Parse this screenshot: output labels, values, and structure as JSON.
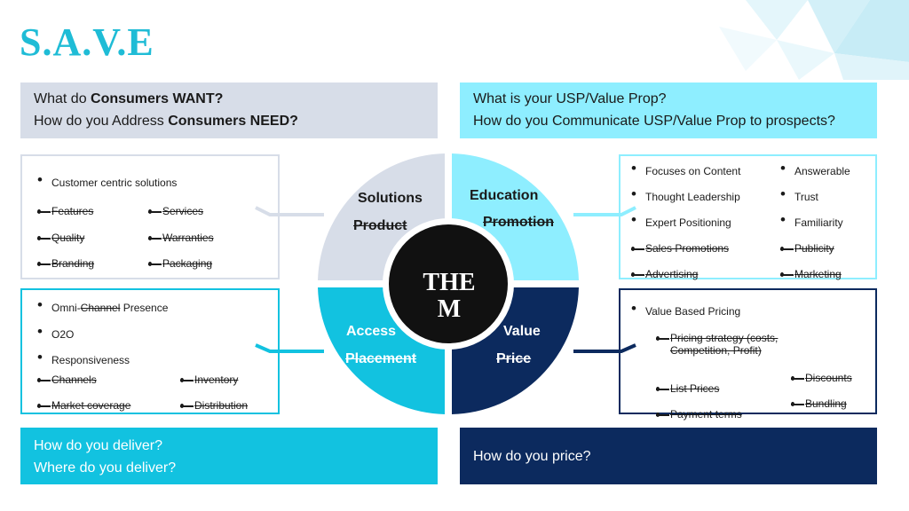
{
  "title": "S.A.V.E",
  "questions": {
    "top_left": {
      "line1_pre": "What do ",
      "line1_bold": "Consumers WANT?",
      "line2_pre": "How do you Address ",
      "line2_bold": "Consumers NEED?"
    },
    "top_right": {
      "line1": "What is your USP/Value Prop?",
      "line2": "How do you Communicate USP/Value Prop to prospects?"
    },
    "bottom_left": {
      "line1": "How do you deliver?",
      "line2": "Where do you deliver?"
    },
    "bottom_right": {
      "line1": "How do you price?"
    }
  },
  "solutions_panel": {
    "bullet": "Customer centric solutions",
    "items": [
      "Features",
      "Services",
      "Quality",
      "Warranties",
      "Branding",
      "Packaging"
    ]
  },
  "education_panel": {
    "bullets": [
      "Focuses on Content",
      "Answerable",
      "Thought Leadership",
      "Trust",
      "Expert Positioning",
      "Familiarity"
    ],
    "items": [
      "Sales Promotions",
      "Publicity",
      "Advertising",
      "Marketing"
    ]
  },
  "access_panel": {
    "bullet1_pre": "Omni-",
    "bullet1_strike": "Channel",
    "bullet1_post": " Presence",
    "bullets": [
      "O2O",
      "Responsiveness"
    ],
    "items": [
      "Channels",
      "Inventory",
      "Market coverage",
      "Distribution"
    ]
  },
  "value_panel": {
    "bullet": "Value Based Pricing",
    "items": [
      "Pricing strategy (costs, Competition, Profit)",
      "Discounts",
      "List Prices",
      "Bundling",
      "Payment terms"
    ]
  },
  "wheel": {
    "solutions": {
      "label": "Solutions",
      "old": "Product"
    },
    "education": {
      "label": "Education",
      "old": "Promotion"
    },
    "access": {
      "label": "Access",
      "old": "Placement"
    },
    "value": {
      "label": "Value",
      "old": "Price"
    },
    "center_line1": "THE",
    "center_line2": "M"
  },
  "colors": {
    "title": "#1fbcd6",
    "solutions": "#d7dde8",
    "education": "#8eeeff",
    "access": "#12c2e0",
    "value": "#0c2a5e",
    "center": "#111111"
  }
}
